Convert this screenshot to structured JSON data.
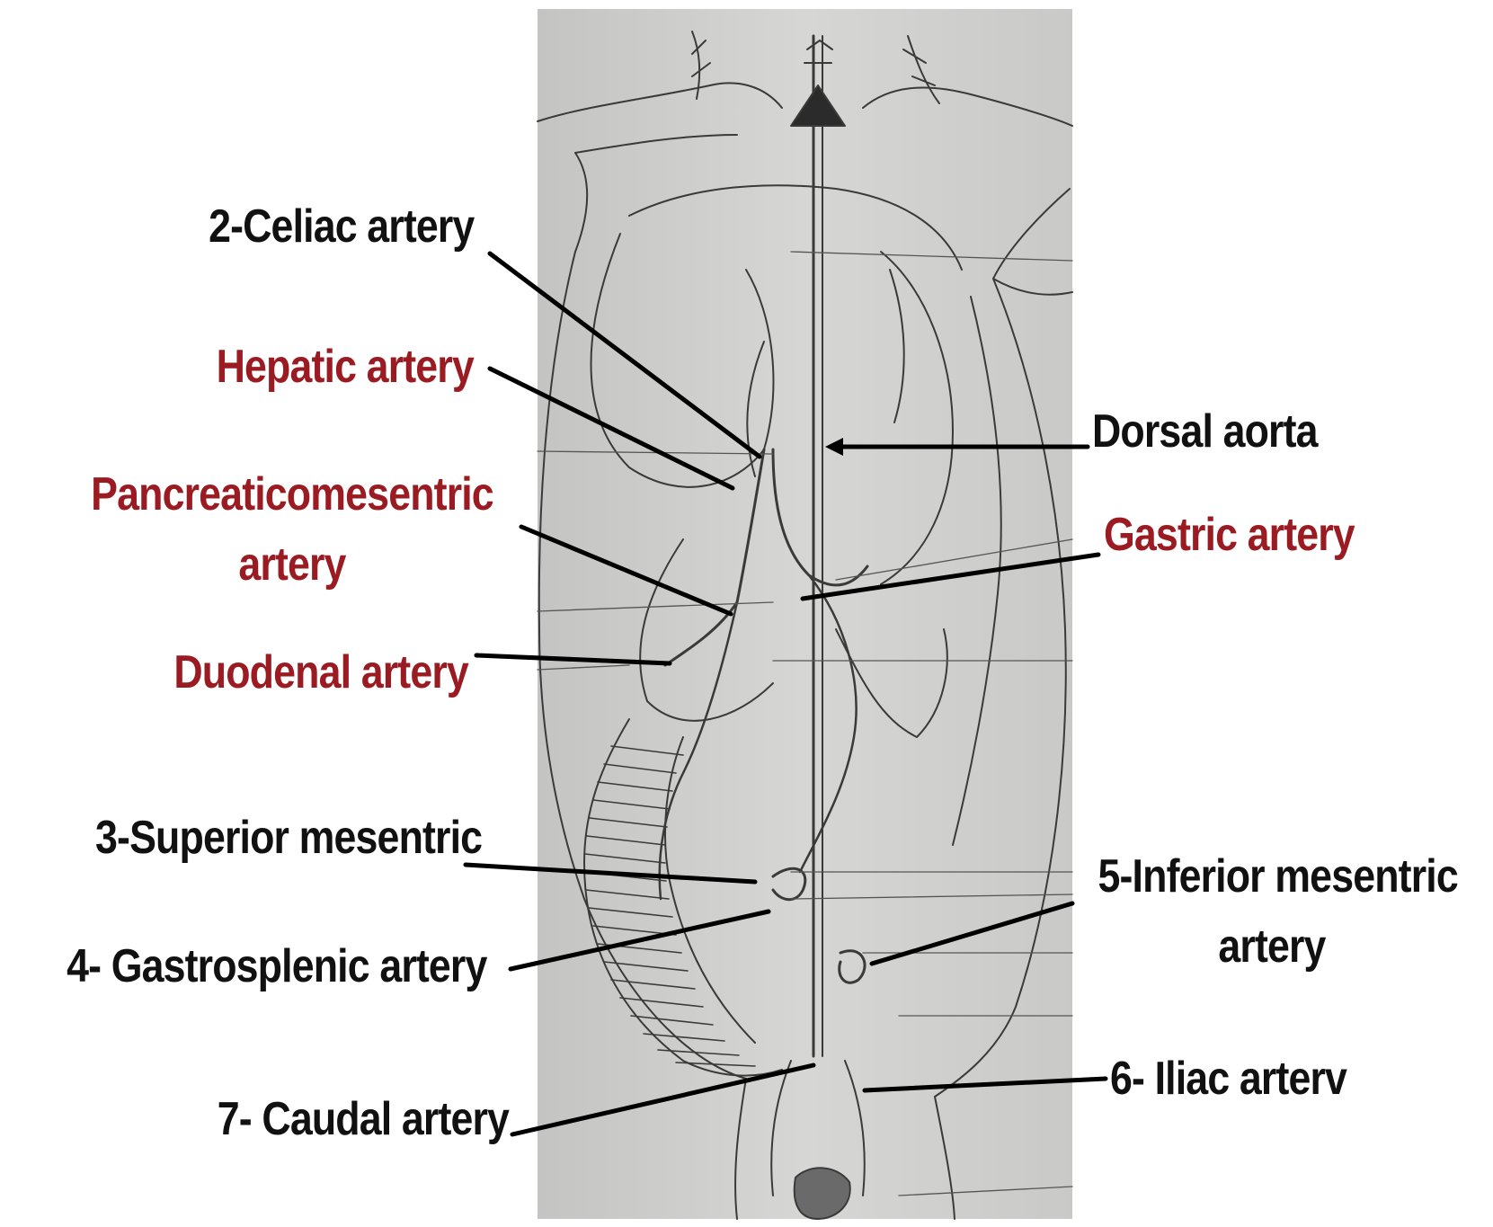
{
  "colors": {
    "background": "#ffffff",
    "drawing_paper": "#cfcfce",
    "pencil": "#3a3a3a",
    "leader_line": "#000000",
    "label_black": "#111111",
    "label_red": "#9b1b22"
  },
  "labels": {
    "celiac": "2-Celiac artery",
    "hepatic": "Hepatic artery",
    "pancreatico_1": "Pancreaticomesentric",
    "pancreatico_2": "artery",
    "duodenal": "Duodenal artery",
    "superior_mesentric": "3-Superior mesentric",
    "gastrosplenic": "4- Gastrosplenic artery",
    "caudal": "7- Caudal artery",
    "dorsal_aorta": "Dorsal aorta",
    "gastric": "Gastric artery",
    "inferior_mesentric_1": "5-Inferior mesentric",
    "inferior_mesentric_2": "artery",
    "iliac": "6- Iliac arterv"
  }
}
